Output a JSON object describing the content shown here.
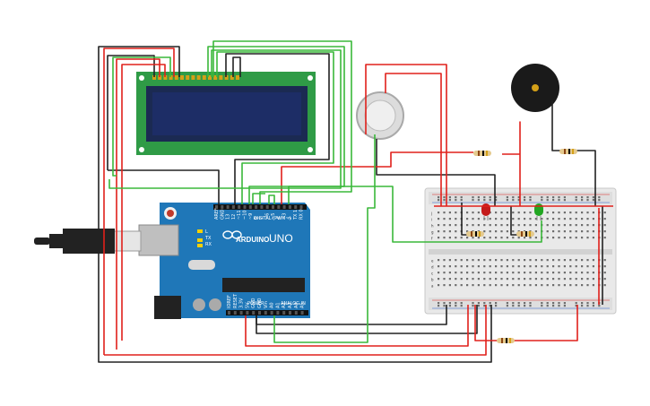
{
  "board": {
    "brand": "ARDUINO",
    "model": "UNO",
    "digital_label": "DIGITAL (PWM~)",
    "power_label": "POWER",
    "analog_label": "ANALOG IN",
    "pin_labels_top": [
      "AREF",
      "GND",
      "13",
      "12",
      "~11",
      "~10",
      "~9",
      "8",
      "7",
      "~6",
      "~5",
      "4",
      "~3",
      "2",
      "TX 1",
      "RX 0"
    ],
    "pin_labels_bottom": [
      "IOREF",
      "RESET",
      "3.3V",
      "5V",
      "GND",
      "GND",
      "Vin",
      "A0",
      "A1",
      "A2",
      "A3",
      "A4",
      "A5"
    ],
    "led_labels": [
      "L",
      "TX",
      "RX"
    ]
  },
  "breadboard": {
    "row_labels_left": [
      "j",
      "i",
      "h",
      "g",
      "f",
      "e",
      "d",
      "c",
      "b",
      "a"
    ]
  },
  "colors": {
    "wire_red": "#e0201b",
    "wire_black": "#222222",
    "wire_green": "#3ab83a",
    "board": "#1f77b8",
    "lcd_pcb": "#2f9b46",
    "lcd_screen": "#1d2d66"
  },
  "components": [
    "lcd-16x2",
    "arduino-uno",
    "breadboard",
    "gas-sensor",
    "piezo-buzzer",
    "red-led",
    "green-led",
    "resistors",
    "usb-cable"
  ]
}
